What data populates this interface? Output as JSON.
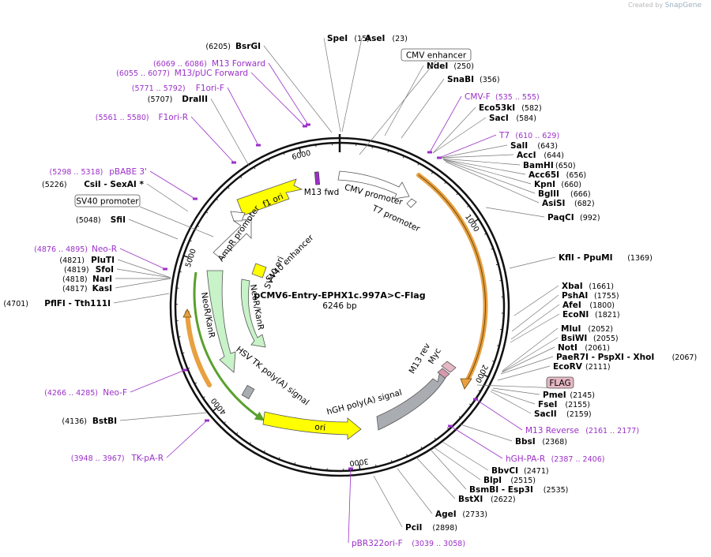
{
  "credit": {
    "prefix": "Created by",
    "brand": "SnapGene"
  },
  "map": {
    "name": "pCMV6-Entry-EPHX1c.997A>C-Flag",
    "length_label": "6246 bp",
    "total_bp": 6246,
    "ticks": [
      {
        "bp": 0,
        "label": ""
      },
      {
        "bp": 1000,
        "label": "1000"
      },
      {
        "bp": 2000,
        "label": "2000"
      },
      {
        "bp": 3000,
        "label": "3000"
      },
      {
        "bp": 4000,
        "label": "4000"
      },
      {
        "bp": 5000,
        "label": "5000"
      },
      {
        "bp": 6000,
        "label": "6000"
      }
    ],
    "colors": {
      "backbone": "#111111",
      "enzyme_line": "#777777",
      "primer": "#9b30c8",
      "promoter_fill": "#ffffff",
      "ori_fill": "#ffff00",
      "neo_fill": "#c8f2c8",
      "polya_fill": "#a9adb2",
      "orf_fill": "#e8a040",
      "tag_fill": "#e5b8c4",
      "orf_arrow": "#5aa02c"
    }
  },
  "enzymes": [
    {
      "name": "SpeI",
      "pos": "(15)",
      "bp": 15
    },
    {
      "name": "AseI",
      "pos": "(23)",
      "bp": 23
    },
    {
      "name": "BsrGI",
      "pos": "(6205)",
      "bp": 6205
    },
    {
      "name": "NdeI",
      "pos": "(250)",
      "bp": 250
    },
    {
      "name": "SnaBI",
      "pos": "(356)",
      "bp": 356
    },
    {
      "name": "Eco53kI",
      "pos": "(582)",
      "bp": 582
    },
    {
      "name": "SacI",
      "pos": "(584)",
      "bp": 584
    },
    {
      "name": "SalI",
      "pos": "(643)",
      "bp": 643
    },
    {
      "name": "AccI",
      "pos": "(644)",
      "bp": 644
    },
    {
      "name": "BamHI",
      "pos": "(650)",
      "bp": 650
    },
    {
      "name": "Acc65I",
      "pos": "(656)",
      "bp": 656
    },
    {
      "name": "KpnI",
      "pos": "(660)",
      "bp": 660
    },
    {
      "name": "BglII",
      "pos": "(666)",
      "bp": 666
    },
    {
      "name": "AsiSI",
      "pos": "(682)",
      "bp": 682
    },
    {
      "name": "PaqCI",
      "pos": "(992)",
      "bp": 992
    },
    {
      "name": "KflI - PpuMI",
      "pos": "(1369)",
      "bp": 1369
    },
    {
      "name": "XbaI",
      "pos": "(1661)",
      "bp": 1661
    },
    {
      "name": "PshAI",
      "pos": "(1755)",
      "bp": 1755
    },
    {
      "name": "AfeI",
      "pos": "(1800)",
      "bp": 1800
    },
    {
      "name": "EcoNI",
      "pos": "(1821)",
      "bp": 1821
    },
    {
      "name": "MluI",
      "pos": "(2052)",
      "bp": 2052
    },
    {
      "name": "BsiWI",
      "pos": "(2055)",
      "bp": 2055
    },
    {
      "name": "NotI",
      "pos": "(2061)",
      "bp": 2061
    },
    {
      "name": "PaeR7I - PspXI - XhoI",
      "pos": "(2067)",
      "bp": 2067
    },
    {
      "name": "EcoRV",
      "pos": "(2111)",
      "bp": 2111
    },
    {
      "name": "PmeI",
      "pos": "(2145)",
      "bp": 2145
    },
    {
      "name": "FseI",
      "pos": "(2155)",
      "bp": 2155
    },
    {
      "name": "SacII",
      "pos": "(2159)",
      "bp": 2159
    },
    {
      "name": "BbsI",
      "pos": "(2368)",
      "bp": 2368
    },
    {
      "name": "BbvCI",
      "pos": "(2471)",
      "bp": 2471
    },
    {
      "name": "BlpI",
      "pos": "(2515)",
      "bp": 2515
    },
    {
      "name": "BsmBI - Esp3I",
      "pos": "(2535)",
      "bp": 2535
    },
    {
      "name": "BstXI",
      "pos": "(2622)",
      "bp": 2622
    },
    {
      "name": "AgeI",
      "pos": "(2733)",
      "bp": 2733
    },
    {
      "name": "PciI",
      "pos": "(2898)",
      "bp": 2898
    },
    {
      "name": "BstBI",
      "pos": "(4136)",
      "bp": 4136
    },
    {
      "name": "PflFI - Tth111I",
      "pos": "(4701)",
      "bp": 4701
    },
    {
      "name": "KasI",
      "pos": "(4817)",
      "bp": 4817
    },
    {
      "name": "NarI",
      "pos": "(4818)",
      "bp": 4818
    },
    {
      "name": "SfoI",
      "pos": "(4819)",
      "bp": 4819
    },
    {
      "name": "PluTI",
      "pos": "(4821)",
      "bp": 4821
    },
    {
      "name": "SfiI",
      "pos": "(5048)",
      "bp": 5048
    },
    {
      "name": "CsiI - SexAI *",
      "pos": "(5226)",
      "bp": 5226
    },
    {
      "name": "DraIII",
      "pos": "(5707)",
      "bp": 5707
    }
  ],
  "primers": [
    {
      "name": "M13 Forward",
      "range": "(6069 .. 6086)"
    },
    {
      "name": "M13/pUC Forward",
      "range": "(6055 .. 6077)"
    },
    {
      "name": "F1ori-F",
      "range": "(5771 .. 5792)"
    },
    {
      "name": "F1ori-R",
      "range": "(5561 .. 5580)"
    },
    {
      "name": "pBABE 3'",
      "range": "(5298 .. 5318)"
    },
    {
      "name": "Neo-R",
      "range": "(4876 .. 4895)"
    },
    {
      "name": "Neo-F",
      "range": "(4266 .. 4285)"
    },
    {
      "name": "TK-pA-R",
      "range": "(3948 .. 3967)"
    },
    {
      "name": "CMV-F",
      "range": "(535 .. 555)"
    },
    {
      "name": "T7",
      "range": "(610 .. 629)"
    },
    {
      "name": "M13 Reverse",
      "range": "(2161 .. 2177)"
    },
    {
      "name": "hGH-PA-R",
      "range": "(2387 .. 2406)"
    },
    {
      "name": "pBR322ori-F",
      "range": "(3039 .. 3058)"
    }
  ],
  "boxed_features": [
    {
      "name": "CMV enhancer"
    },
    {
      "name": "SV40 promoter"
    },
    {
      "name": "FLAG"
    }
  ],
  "features": [
    {
      "name": "f1 ori",
      "type": "ori"
    },
    {
      "name": "M13 fwd",
      "type": "primer_bind"
    },
    {
      "name": "CMV promoter",
      "type": "promoter"
    },
    {
      "name": "T7 promoter",
      "type": "promoter"
    },
    {
      "name": "AmpR promoter",
      "type": "promoter"
    },
    {
      "name": "SV40 enhancer",
      "type": "enhancer"
    },
    {
      "name": "SV40 ori",
      "type": "ori"
    },
    {
      "name": "NeoR/KanR",
      "type": "cds"
    },
    {
      "name": "NeoR/KanR",
      "type": "cds"
    },
    {
      "name": "HSV TK poly(A) signal",
      "type": "polya"
    },
    {
      "name": "ori",
      "type": "ori"
    },
    {
      "name": "hGH poly(A) signal",
      "type": "polya"
    },
    {
      "name": "M13 rev",
      "type": "primer_bind"
    },
    {
      "name": "Myc",
      "type": "tag"
    }
  ]
}
